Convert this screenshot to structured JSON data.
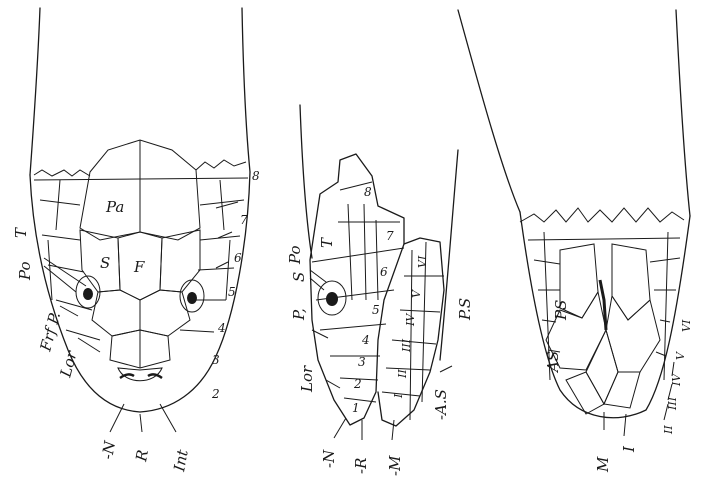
{
  "figures": {
    "dorsal": {
      "labels": {
        "Pa": "Pa",
        "F": "F",
        "S": "S",
        "T": "T",
        "Po": "Po",
        "FrfP": "Frf P.",
        "Lor": "Lor",
        "N": "-N",
        "R": "R",
        "Int": "Int"
      },
      "numbers": [
        "2",
        "3",
        "4",
        "5",
        "6",
        "7",
        "8"
      ]
    },
    "lateral": {
      "labels": {
        "Po": "Po",
        "T": "T",
        "S": "S",
        "P": "P,",
        "Lor": "Lor",
        "N": "-N",
        "R": "-R",
        "M": "-M",
        "PS": "P.S",
        "AS": "-A.S"
      },
      "numbers": [
        "1",
        "2",
        "3",
        "4",
        "5",
        "6",
        "7",
        "8"
      ],
      "romans": [
        "I",
        "II",
        "III",
        "IV",
        "V",
        "VI"
      ]
    },
    "ventral": {
      "labels": {
        "PS": "PS",
        "AS": "AS",
        "M": "M",
        "I": "I"
      },
      "romans": [
        "II",
        "III",
        "IV",
        "V",
        "VI"
      ]
    }
  }
}
